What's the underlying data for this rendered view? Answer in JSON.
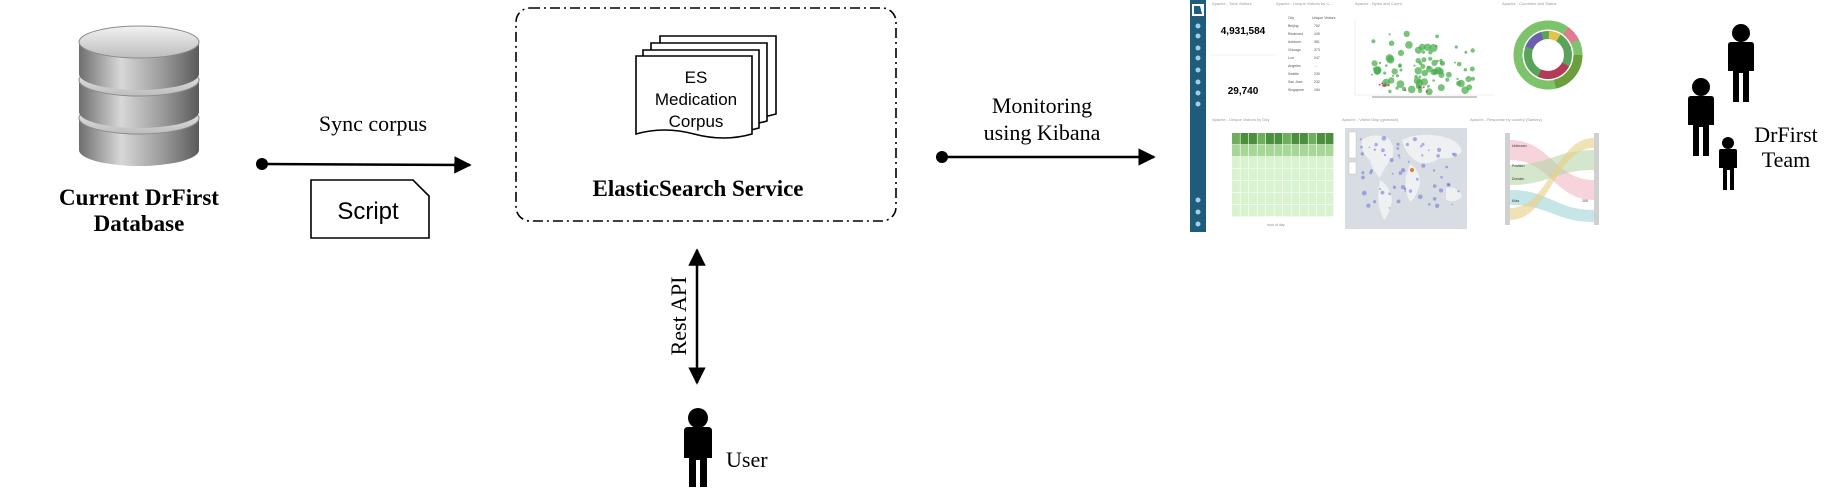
{
  "database": {
    "line1": "Current DrFirst",
    "line2": "Database"
  },
  "sync": {
    "label": "Sync corpus",
    "script_label": "Script"
  },
  "es_service": {
    "title": "ElasticSearch Service",
    "doc_lines": [
      "ES",
      "Medication",
      "Corpus"
    ]
  },
  "rest_api": {
    "label": "Rest API"
  },
  "user": {
    "label": "User"
  },
  "monitoring": {
    "line1": "Monitoring",
    "line2": "using Kibana"
  },
  "team": {
    "line1": "DrFirst",
    "line2": "Team"
  },
  "kibana": {
    "panel_titles": [
      "Apache - Total Visitors",
      "Apache - Unique Visitors by C...",
      "Apache - Bytes and Count",
      "Apache - Countries and Status"
    ],
    "metric_total": "4,931,584",
    "metric_unique": "29,740",
    "table_headers": [
      "City",
      "Unique Visitors"
    ],
    "table_rows": [
      [
        "Beijing",
        "762"
      ],
      [
        "Redmond",
        "445"
      ],
      [
        "Ashburn",
        "381"
      ],
      [
        "Chicago",
        "373"
      ],
      [
        "Lon",
        "247"
      ],
      [
        "Angeles",
        "..."
      ],
      [
        "Seattle",
        "230"
      ],
      [
        "San Jose",
        "232"
      ],
      [
        "Singapore",
        "184"
      ]
    ],
    "bottom_titles": [
      "Apache - Unique Visitors by Day",
      "Apache - Visitor Map (geohash)",
      "Apache - Response by country (Sankey)"
    ],
    "sankey_left": [
      "Unknown",
      "Position",
      "Domain",
      "Miss"
    ],
    "sankey_right": [
      "200"
    ],
    "heatmap_xlabel": "hour of day"
  },
  "colors": {
    "line": "#000000",
    "db_top": "#d9d9d9",
    "db_side": "#9a9a9a",
    "kibana_sidebar": "#1f5b7a",
    "scatter_green": "#4caf50",
    "heat_dark": "#4a8f3c",
    "heat_light": "#d9f2cf"
  },
  "icons": {
    "database": "database-cylinder-icon",
    "person": "person-icon"
  }
}
